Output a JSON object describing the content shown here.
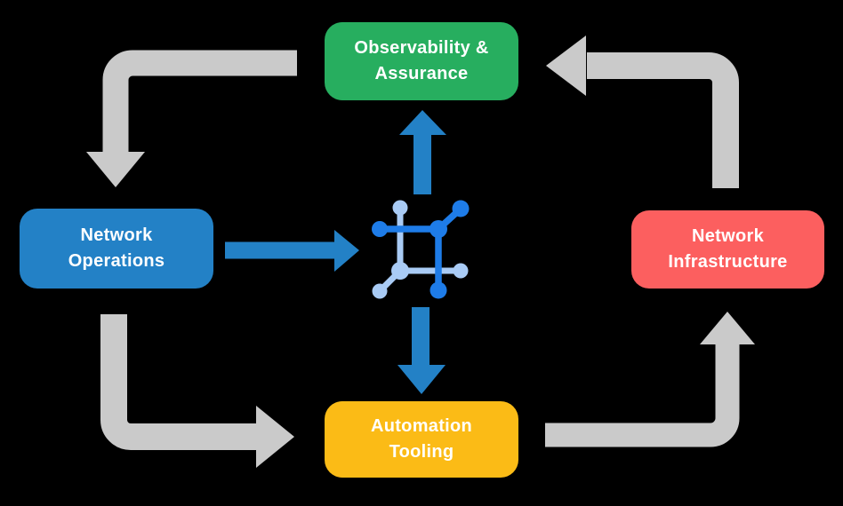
{
  "nodes": [
    {
      "id": "observability-assurance",
      "label": "Observability & Assurance",
      "color": "#27AE5F"
    },
    {
      "id": "network-operations",
      "label": "Network Operations",
      "color": "#2381C6"
    },
    {
      "id": "network-infrastructure",
      "label": "Network Infrastructure",
      "color": "#FC5F5F"
    },
    {
      "id": "automation-tooling",
      "label": "Automation Tooling",
      "color": "#FBBB16"
    }
  ],
  "center_icon": {
    "name": "network-fabric-icon",
    "dark_blue": "#1E7CE8",
    "light_blue": "#A9CBF5"
  },
  "colors": {
    "background": "#000000",
    "arrow_gray": "#CACACA",
    "arrow_blue": "#2381C6",
    "node_text": "#FFFFFF"
  },
  "edges": [
    {
      "from": "observability-assurance",
      "to": "network-operations",
      "style": "gray",
      "shape": "left-then-down"
    },
    {
      "from": "network-operations",
      "to": "automation-tooling",
      "style": "gray",
      "shape": "down-then-right"
    },
    {
      "from": "automation-tooling",
      "to": "network-infrastructure",
      "style": "gray",
      "shape": "right-then-up"
    },
    {
      "from": "network-infrastructure",
      "to": "observability-assurance",
      "style": "gray",
      "shape": "up-then-left"
    },
    {
      "from": "network-operations",
      "to": "center-icon",
      "style": "blue",
      "shape": "right"
    },
    {
      "from": "center-icon",
      "to": "observability-assurance",
      "style": "blue",
      "shape": "up"
    },
    {
      "from": "center-icon",
      "to": "automation-tooling",
      "style": "blue",
      "shape": "down"
    }
  ]
}
